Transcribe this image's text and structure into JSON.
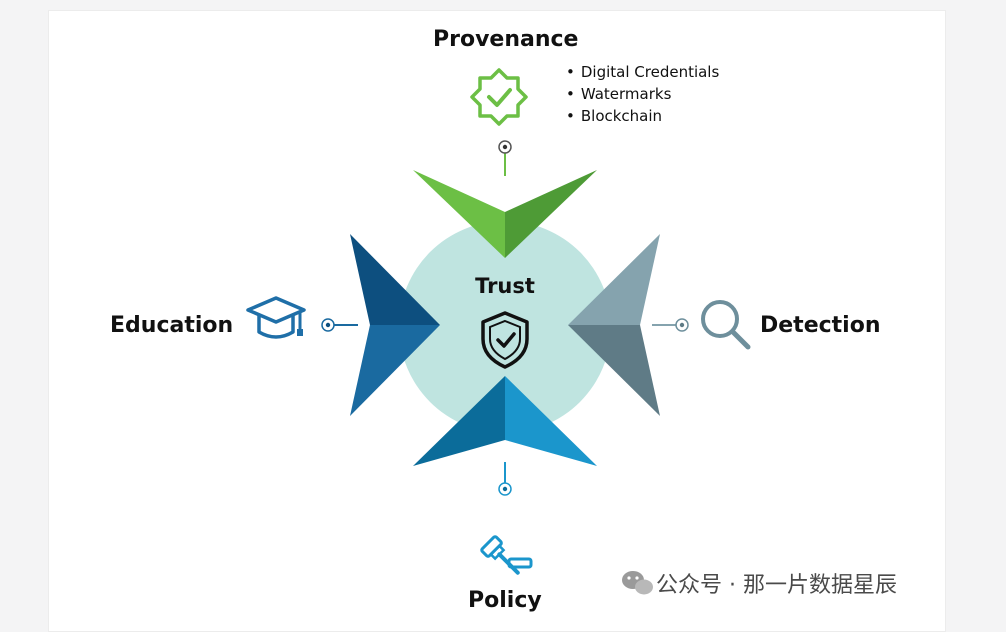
{
  "center": {
    "label": "Trust",
    "icon": "shield-check-icon"
  },
  "nodes": {
    "provenance": {
      "label": "Provenance",
      "icon": "badge-check-icon",
      "color": "#6cbf45",
      "bullets": [
        "Digital Credentials",
        "Watermarks",
        "Blockchain"
      ]
    },
    "education": {
      "label": "Education",
      "icon": "graduation-cap-icon",
      "color": "#1f6fa8"
    },
    "detection": {
      "label": "Detection",
      "icon": "magnifier-icon",
      "color": "#6e8f9c"
    },
    "policy": {
      "label": "Policy",
      "icon": "gavel-icon",
      "color": "#1b8fc9"
    }
  },
  "colors": {
    "circle": "#bfe4e0",
    "green_light": "#6cbf45",
    "green_dark": "#4e9b36",
    "blue_light": "#1a6aa0",
    "blue_dark": "#0d4f7f",
    "gray_light": "#85a3ae",
    "gray_dark": "#5f7b86",
    "cyan_light": "#1b96cc",
    "cyan_dark": "#0b6c9a"
  },
  "watermark": {
    "icon": "wechat-icon",
    "text": "公众号 · 那一片数据星辰"
  }
}
